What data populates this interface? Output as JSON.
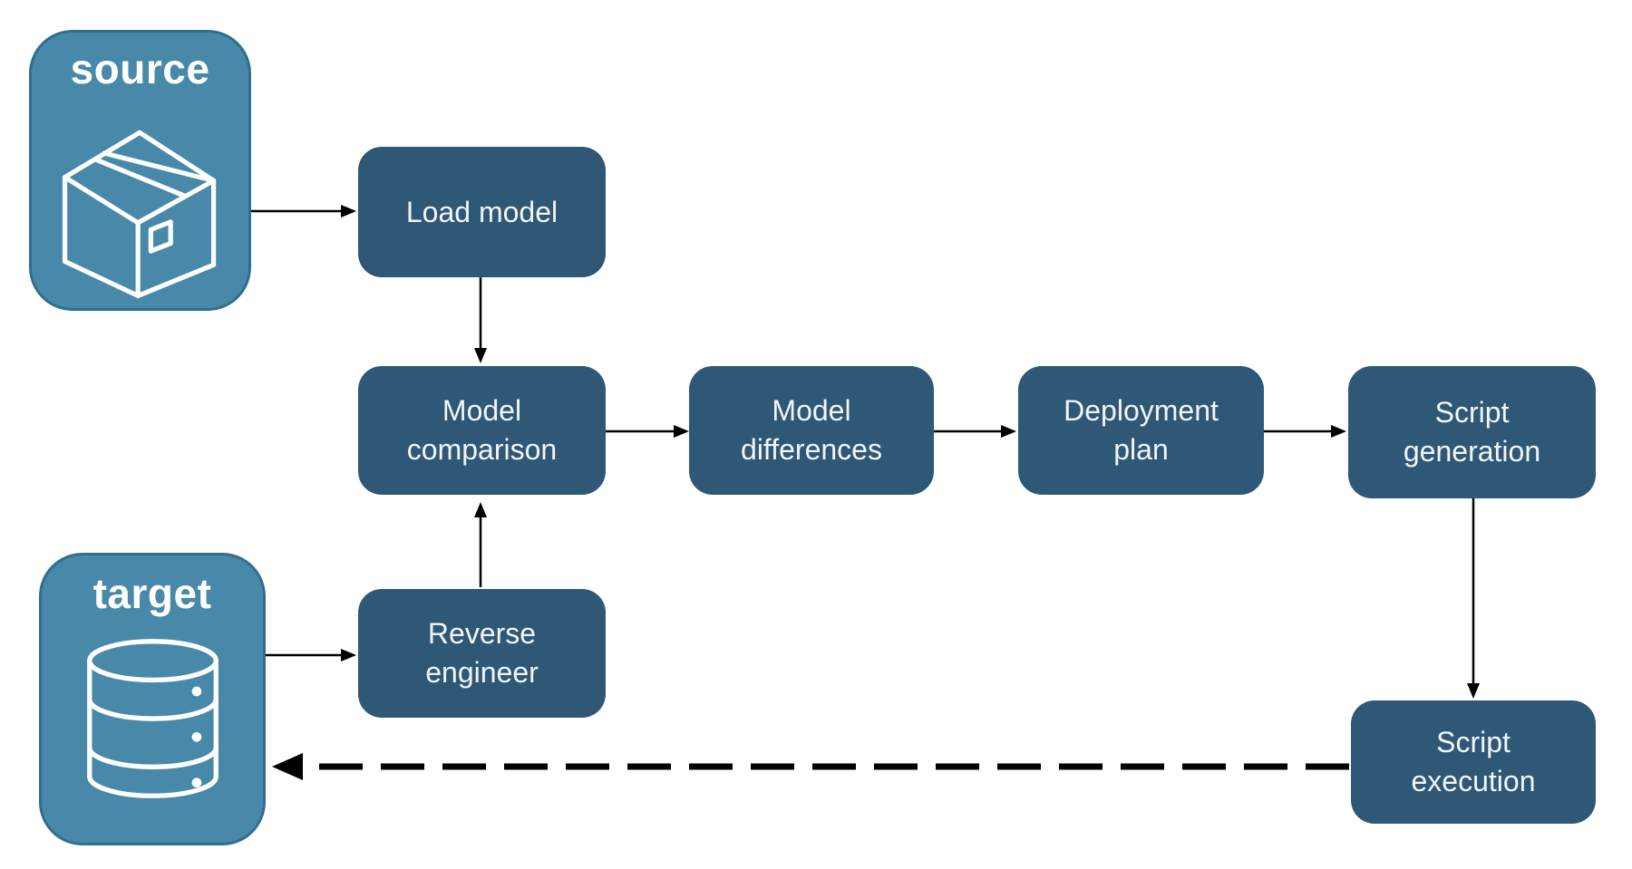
{
  "diagram": {
    "colors": {
      "endpoint_fill": "#4889A9",
      "endpoint_border": "#2E6F8F",
      "step_fill": "#2E5876",
      "label_text": "#FFFFFF",
      "arrow": "#000000"
    },
    "endpoints": {
      "source": {
        "label": "source",
        "icon": "package-icon"
      },
      "target": {
        "label": "target",
        "icon": "database-icon"
      }
    },
    "steps": {
      "load_model": {
        "label": "Load model"
      },
      "model_comparison": {
        "label": "Model\ncomparison"
      },
      "model_differences": {
        "label": "Model\ndifferences"
      },
      "deployment_plan": {
        "label": "Deployment\nplan"
      },
      "script_generation": {
        "label": "Script\ngeneration"
      },
      "reverse_engineer": {
        "label": "Reverse\nengineer"
      },
      "script_execution": {
        "label": "Script\nexecution"
      }
    },
    "edges": [
      {
        "from": "source",
        "to": "load_model",
        "style": "solid"
      },
      {
        "from": "load_model",
        "to": "model_comparison",
        "style": "solid"
      },
      {
        "from": "model_comparison",
        "to": "model_differences",
        "style": "solid"
      },
      {
        "from": "model_differences",
        "to": "deployment_plan",
        "style": "solid"
      },
      {
        "from": "deployment_plan",
        "to": "script_generation",
        "style": "solid"
      },
      {
        "from": "script_generation",
        "to": "script_execution",
        "style": "solid"
      },
      {
        "from": "target",
        "to": "reverse_engineer",
        "style": "solid"
      },
      {
        "from": "reverse_engineer",
        "to": "model_comparison",
        "style": "solid"
      },
      {
        "from": "script_execution",
        "to": "target",
        "style": "dashed-thick"
      }
    ]
  }
}
